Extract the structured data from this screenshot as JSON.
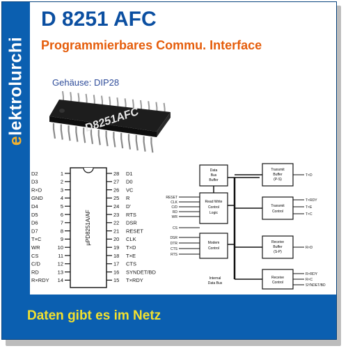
{
  "brand": {
    "first_letter": "e",
    "rest": "lektrolurchi"
  },
  "header": {
    "title": "D 8251 AFC",
    "subtitle": "Programmierbares Commu. Interface"
  },
  "package": {
    "label": "Gehäuse: DIP28",
    "chip_marking": "D8251AFC"
  },
  "pinout": {
    "chip_label": "μPD8251A/AF",
    "left_pins": [
      {
        "num": "1",
        "name": "D2"
      },
      {
        "num": "2",
        "name": "D3"
      },
      {
        "num": "3",
        "name": "R×D"
      },
      {
        "num": "4",
        "name": "GND"
      },
      {
        "num": "5",
        "name": "D4"
      },
      {
        "num": "6",
        "name": "D5"
      },
      {
        "num": "7",
        "name": "D6"
      },
      {
        "num": "8",
        "name": "D7"
      },
      {
        "num": "9",
        "name": "T×C"
      },
      {
        "num": "10",
        "name": "WR"
      },
      {
        "num": "11",
        "name": "CS"
      },
      {
        "num": "12",
        "name": "C/D"
      },
      {
        "num": "13",
        "name": "RD"
      },
      {
        "num": "14",
        "name": "R×RDY"
      }
    ],
    "right_pins": [
      {
        "num": "28",
        "name": "D1"
      },
      {
        "num": "27",
        "name": "D0"
      },
      {
        "num": "26",
        "name": "VC"
      },
      {
        "num": "25",
        "name": "R"
      },
      {
        "num": "24",
        "name": "D'"
      },
      {
        "num": "23",
        "name": "RTS"
      },
      {
        "num": "22",
        "name": "DSR"
      },
      {
        "num": "21",
        "name": "RESET"
      },
      {
        "num": "20",
        "name": "CLK"
      },
      {
        "num": "19",
        "name": "T×D"
      },
      {
        "num": "18",
        "name": "T×E"
      },
      {
        "num": "17",
        "name": "CTS"
      },
      {
        "num": "16",
        "name": "SYNDET/BD"
      },
      {
        "num": "15",
        "name": "T×RDY"
      }
    ]
  },
  "block_diagram": {
    "blocks": [
      {
        "id": "data-bus-buffer",
        "lines": [
          "Data",
          "Bus",
          "Buffer"
        ]
      },
      {
        "id": "read-write-control-logic",
        "lines": [
          "Read Write",
          "Control",
          "Logic"
        ]
      },
      {
        "id": "modem-control",
        "lines": [
          "Modem",
          "Control"
        ]
      },
      {
        "id": "transmit-buffer",
        "lines": [
          "Transmit",
          "Buffer",
          "(P-S)"
        ]
      },
      {
        "id": "transmit-control",
        "lines": [
          "Transmit",
          "Control"
        ]
      },
      {
        "id": "receive-buffer",
        "lines": [
          "Receive",
          "Buffer",
          "(S-P)"
        ]
      },
      {
        "id": "receive-control",
        "lines": [
          "Receive",
          "Control"
        ]
      }
    ],
    "left_signals": [
      {
        "id": "reset",
        "label": "RESET"
      },
      {
        "id": "clk",
        "label": "CLK"
      },
      {
        "id": "cd",
        "label": "C/D"
      },
      {
        "id": "rd",
        "label": "RD"
      },
      {
        "id": "wr",
        "label": "WR"
      },
      {
        "id": "cs",
        "label": "CS"
      },
      {
        "id": "dsr",
        "label": "DSR"
      },
      {
        "id": "dtr",
        "label": "DTR"
      },
      {
        "id": "cts",
        "label": "CTS"
      },
      {
        "id": "rts",
        "label": "RTS"
      }
    ],
    "right_signals": [
      {
        "id": "txd",
        "label": "T×D"
      },
      {
        "id": "txrdy",
        "label": "T×RDY"
      },
      {
        "id": "txe",
        "label": "T×E"
      },
      {
        "id": "txc",
        "label": "T×C"
      },
      {
        "id": "rxd",
        "label": "R×D"
      },
      {
        "id": "rxrdy",
        "label": "R×RDY"
      },
      {
        "id": "rxc",
        "label": "R×C"
      },
      {
        "id": "syndet",
        "label": "SYNDET/BD"
      }
    ],
    "bus_label": [
      "Internal",
      "Data Bus"
    ]
  },
  "footer": {
    "text": "Daten gibt es im Netz"
  },
  "colors": {
    "brand_blue": "#0b5fb0",
    "title_blue": "#0b4fa1",
    "subtitle_orange": "#e55d0b",
    "footer_yellow": "#f3e12e"
  }
}
